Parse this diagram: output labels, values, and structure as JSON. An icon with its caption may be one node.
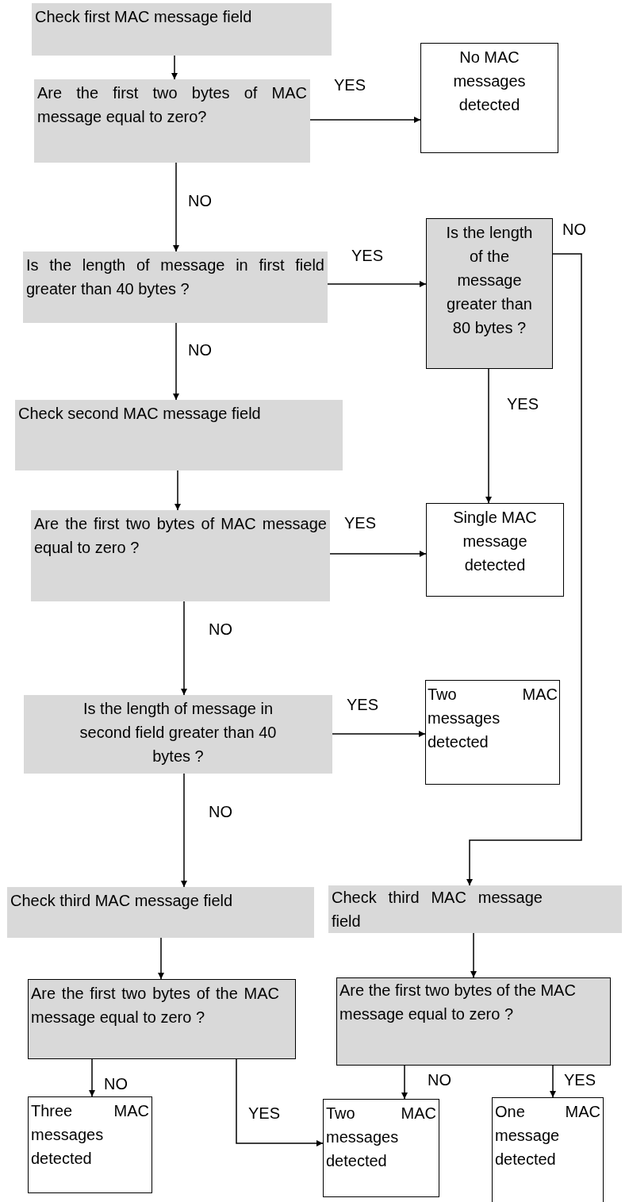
{
  "diagram": {
    "nodes": [
      {
        "text": [
          "Check first MAC message field"
        ]
      },
      {
        "text": [
          "Are the first two bytes of MAC message equal to zero?"
        ]
      },
      {
        "text": [
          "No MAC messages detected"
        ]
      },
      {
        "text": [
          "Is the length of message in first field greater than 40 bytes ?"
        ]
      },
      {
        "text": [
          "Is the length of the message greater than 80 bytes ?"
        ]
      },
      {
        "text": [
          "Check second MAC message field"
        ]
      },
      {
        "text": [
          "Are the first two bytes of MAC message equal to zero ?"
        ]
      },
      {
        "text": [
          "Single MAC message detected"
        ]
      },
      {
        "text": [
          "Is the length of message in second field greater than 40 bytes ?"
        ]
      },
      {
        "text": [
          "Two MAC messages detected"
        ]
      },
      {
        "text": [
          "Check third MAC message field"
        ]
      },
      {
        "text": [
          "Check third MAC message field"
        ]
      },
      {
        "text": [
          "Are the first two bytes of the MAC message equal to zero ?"
        ]
      },
      {
        "text": [
          "Are the first two bytes of the MAC message equal to zero ?"
        ]
      },
      {
        "text": [
          "Three MAC messages detected"
        ]
      },
      {
        "text": [
          "Two MAC messages detected"
        ]
      },
      {
        "text": [
          "One MAC message detected"
        ]
      }
    ],
    "edges": [
      {
        "from": 0,
        "to": 1,
        "arrow": "to"
      },
      {
        "from": 1,
        "to": 2,
        "arrow": "to",
        "label": "YES"
      },
      {
        "from": 1,
        "to": 3,
        "arrow": "to",
        "label": "NO"
      },
      {
        "from": 3,
        "to": 4,
        "arrow": "to",
        "label": "YES"
      },
      {
        "from": 3,
        "to": 5,
        "arrow": "to",
        "label": "NO"
      },
      {
        "from": 4,
        "to": 11,
        "arrow": "to",
        "label": "NO"
      },
      {
        "from": 4,
        "to": 7,
        "arrow": "to",
        "label": "YES"
      },
      {
        "from": 5,
        "to": 6,
        "arrow": "to"
      },
      {
        "from": 6,
        "to": 7,
        "arrow": "to",
        "label": "YES"
      },
      {
        "from": 6,
        "to": 8,
        "arrow": "to",
        "label": "NO"
      },
      {
        "from": 8,
        "to": 9,
        "arrow": "to",
        "label": "YES"
      },
      {
        "from": 8,
        "to": 10,
        "arrow": "to",
        "label": "NO"
      },
      {
        "from": 10,
        "to": 12,
        "arrow": "to"
      },
      {
        "from": 11,
        "to": 13,
        "arrow": "to"
      },
      {
        "from": 12,
        "to": 14,
        "arrow": "to",
        "label": "NO"
      },
      {
        "from": 12,
        "to": 15,
        "arrow": "to",
        "label": "YES"
      },
      {
        "from": 13,
        "to": 15,
        "arrow": "to",
        "label": "NO"
      },
      {
        "from": 13,
        "to": 16,
        "arrow": "to",
        "label": "YES"
      }
    ]
  }
}
